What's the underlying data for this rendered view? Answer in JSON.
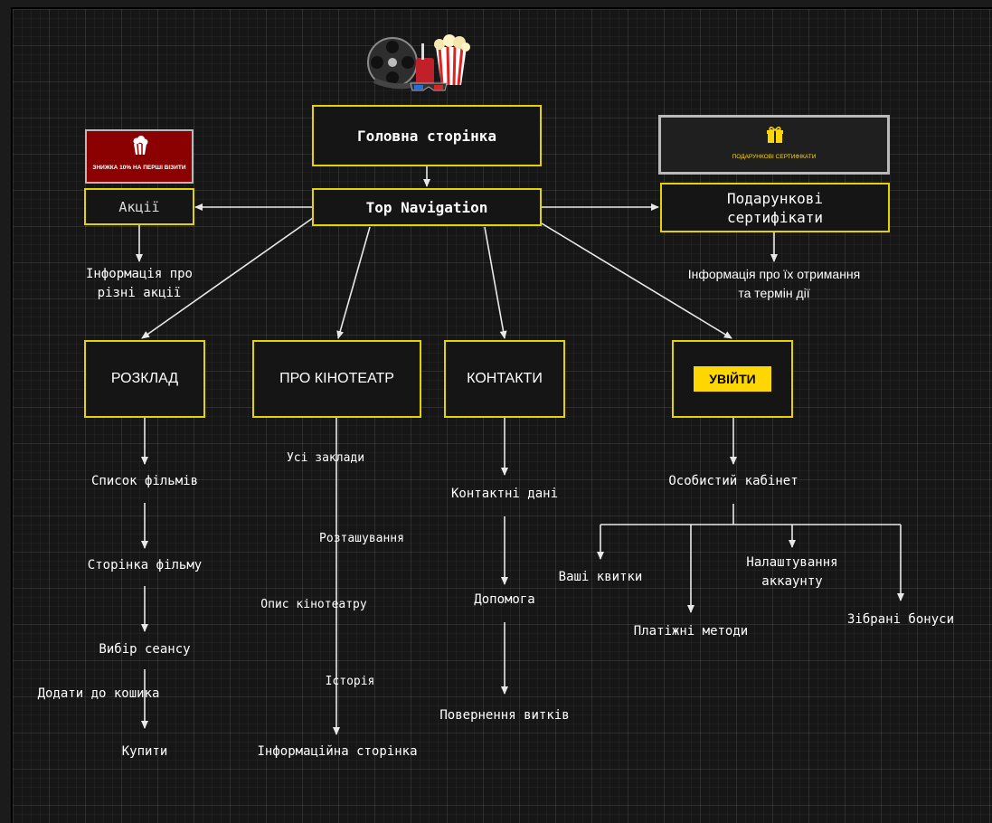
{
  "nodes": {
    "home": "Головна сторінка",
    "top_nav": "Top Navigation",
    "promos": "Акції",
    "gift_certs": "Подарункові сертифікати",
    "schedule": "РОЗКЛАД",
    "about": "ПРО КІНОТЕАТР",
    "contacts": "КОНТАКТИ",
    "login": "УВІЙТИ"
  },
  "banners": {
    "promo_banner": "ЗНИЖКА 10% НА ПЕРШІ ВІЗИТИ",
    "gift_banner": "ПОДАРУНКОВІ СЕРТИФІКАТИ"
  },
  "labels": {
    "promos_info": "Інформація про різні акції",
    "gift_info": "Інформація про їх отримання та термін дії",
    "schedule_steps": [
      "Список фільмів",
      "Сторінка фільму",
      "Вибір сеансу",
      "Додати до кошика",
      "Купити"
    ],
    "about_steps": [
      "Усі заклади",
      "Розташування",
      "Опис кінотеатру",
      "Історія",
      "Інформаційна сторінка"
    ],
    "contact_steps": [
      "Контактні дані",
      "Допомога",
      "Повернення витків"
    ],
    "cabinet": "Особистий кабінет",
    "cabinet_items": [
      "Ваші квитки",
      "Платіжні методи",
      "Налаштування аккаунту",
      "Зібрані бонуси"
    ]
  },
  "colors": {
    "node_border": "#e6d200",
    "button_fill": "#ffd700",
    "promo_red": "#8b0000",
    "wire": "#e8e8e8"
  },
  "icons": {
    "header_logo": "film-reel-popcorn-icon",
    "promo_icon": "popcorn-icon",
    "gift_icon": "gift-icon"
  }
}
